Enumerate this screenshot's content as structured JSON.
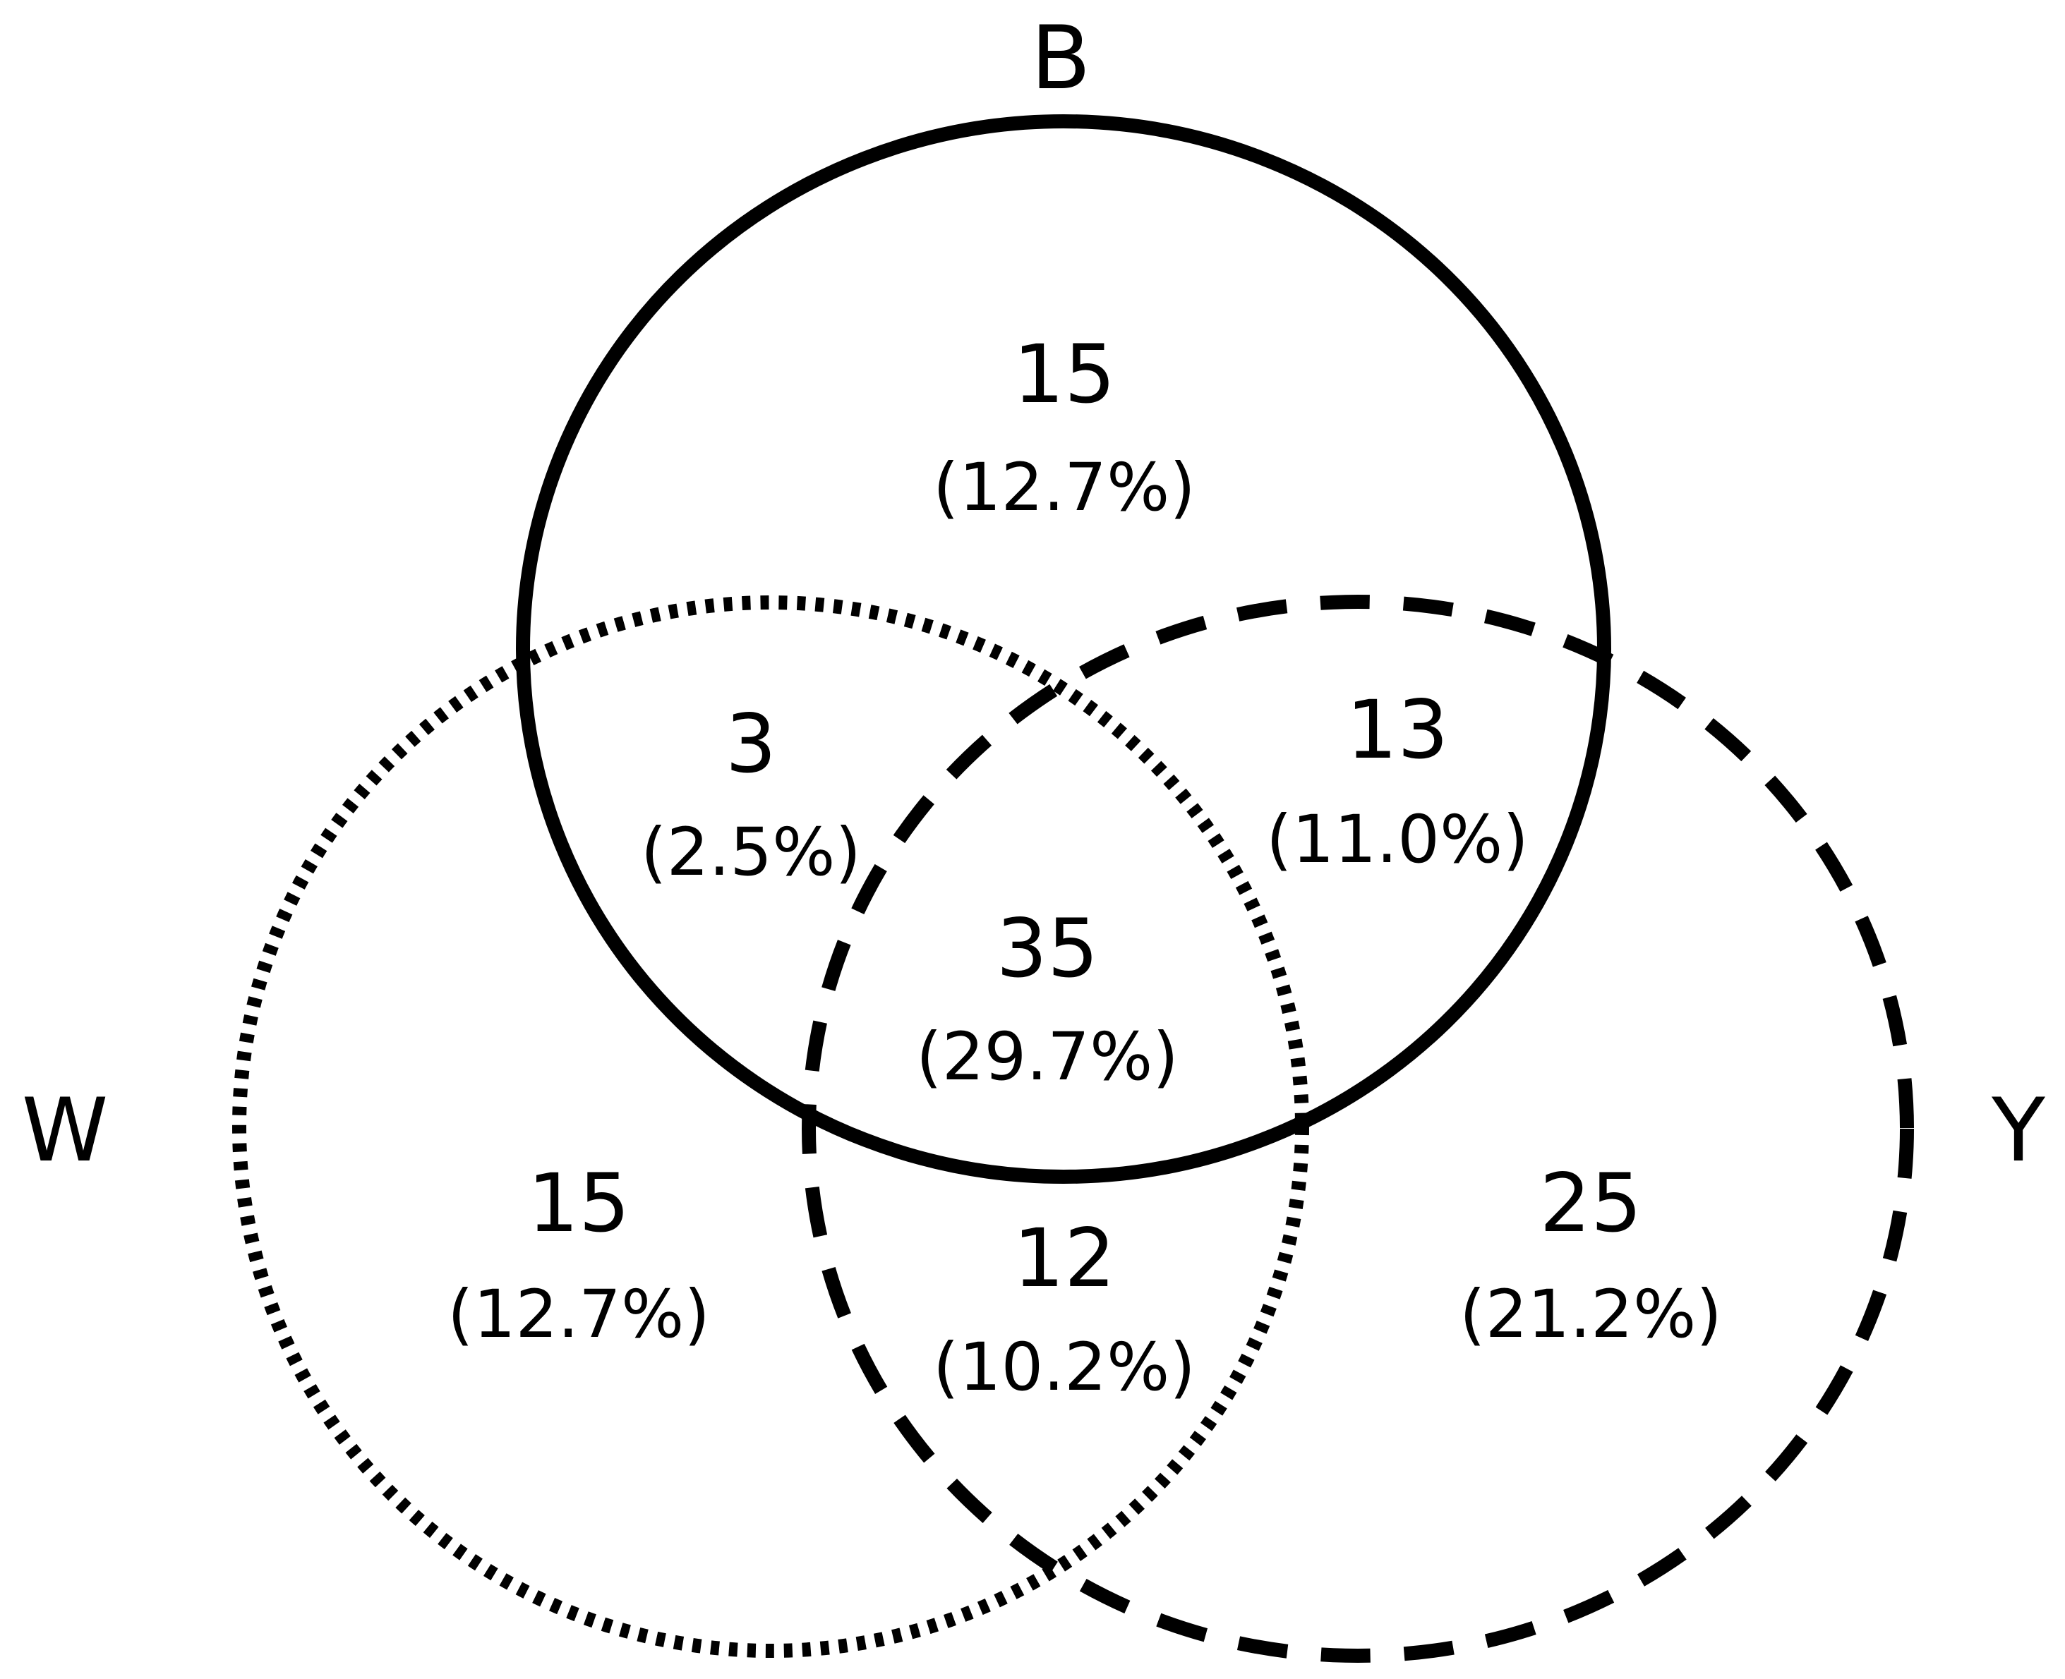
{
  "sets": {
    "B": {
      "label": "B",
      "line_style": "solid"
    },
    "W": {
      "label": "W",
      "line_style": "dotted"
    },
    "Y": {
      "label": "Y",
      "line_style": "dashed"
    }
  },
  "regions": {
    "b_only": {
      "count": "15",
      "percent": "(12.7%)"
    },
    "b_w": {
      "count": "3",
      "percent": "(2.5%)"
    },
    "b_y": {
      "count": "13",
      "percent": "(11.0%)"
    },
    "b_w_y": {
      "count": "35",
      "percent": "(29.7%)"
    },
    "w_only": {
      "count": "15",
      "percent": "(12.7%)"
    },
    "w_y": {
      "count": "12",
      "percent": "(10.2%)"
    },
    "y_only": {
      "count": "25",
      "percent": "(21.2%)"
    }
  },
  "colors": {
    "stroke": "#000000",
    "text": "#000000",
    "background": "#ffffff"
  }
}
